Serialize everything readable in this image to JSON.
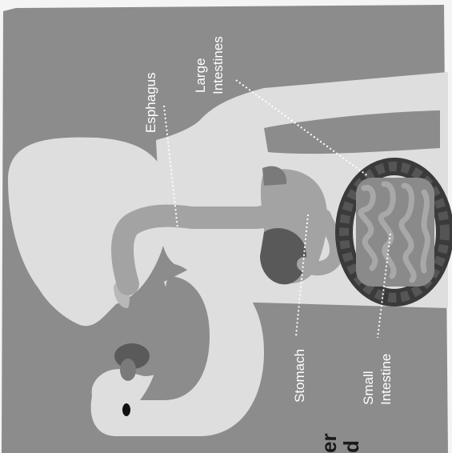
{
  "labels": {
    "esophagus": "Esphagus",
    "large_intestines_line1": "Large",
    "large_intestines_line2": "Intestines",
    "stomach": "Stomach",
    "small_intestine_line1": "Small",
    "small_intestine_line2": "Intestine",
    "partial_text_1": "er",
    "partial_text_2": "d"
  },
  "colors": {
    "background": "#8c8c8c",
    "body": "#dedede",
    "tube": "#a3a3a3",
    "stomach": "#6a6a6a",
    "intestine_outline": "#3a3a3a",
    "label": "#ffffff"
  }
}
